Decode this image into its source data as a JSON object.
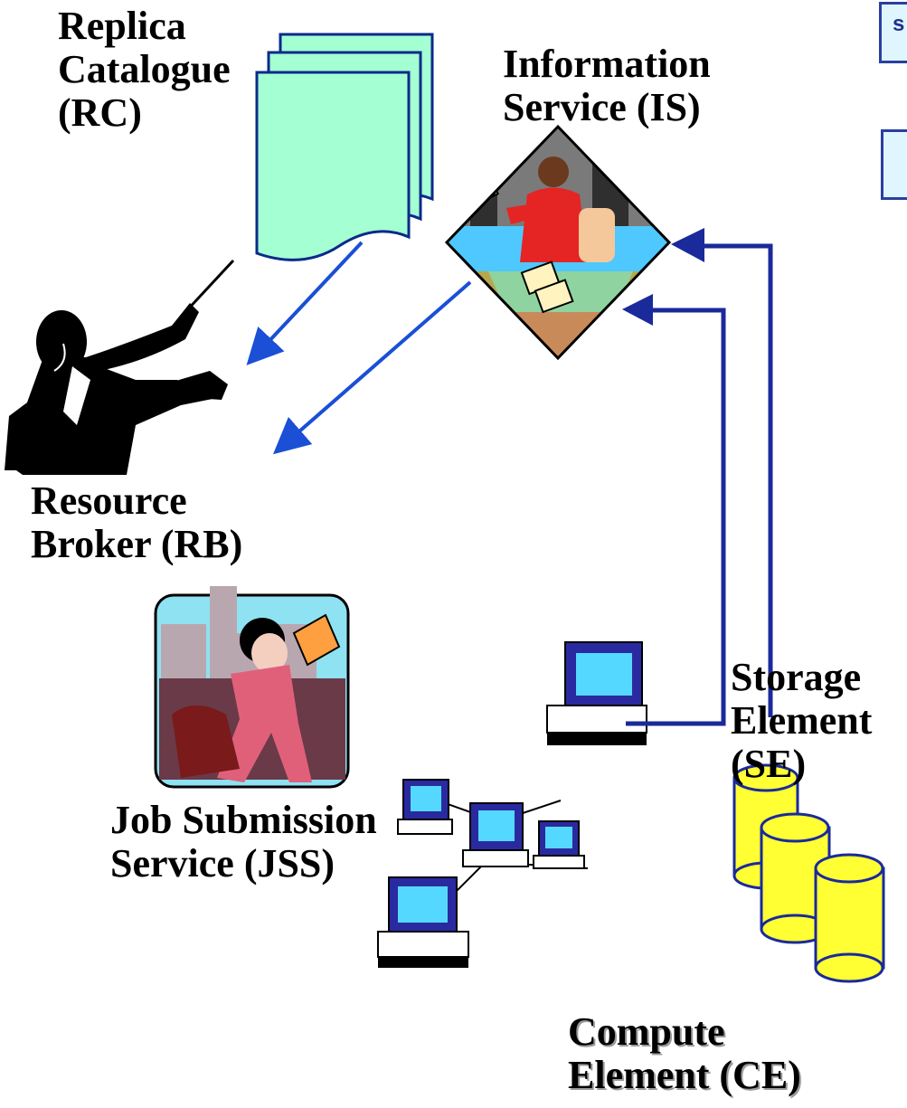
{
  "labels": {
    "replica_catalogue": [
      "Replica",
      "Catalogue",
      "(RC)"
    ],
    "information_service": [
      "Information",
      "Service (IS)"
    ],
    "resource_broker": [
      "Resource",
      "Broker (RB)"
    ],
    "job_submission_service": [
      "Job Submission",
      "Service (JSS)"
    ],
    "storage_element": [
      "Storage",
      "Element",
      "(SE)"
    ],
    "compute_element": [
      "Compute",
      "Element (CE)"
    ]
  },
  "top_box": {
    "visible_text": "s"
  },
  "colors": {
    "arrow_light": "#1a4fd6",
    "arrow_dark": "#1a2a9a",
    "document": "#a4ffd2",
    "database": "#ffff33",
    "monitor_body": "#2a2aa0",
    "screen": "#55d8ff"
  }
}
